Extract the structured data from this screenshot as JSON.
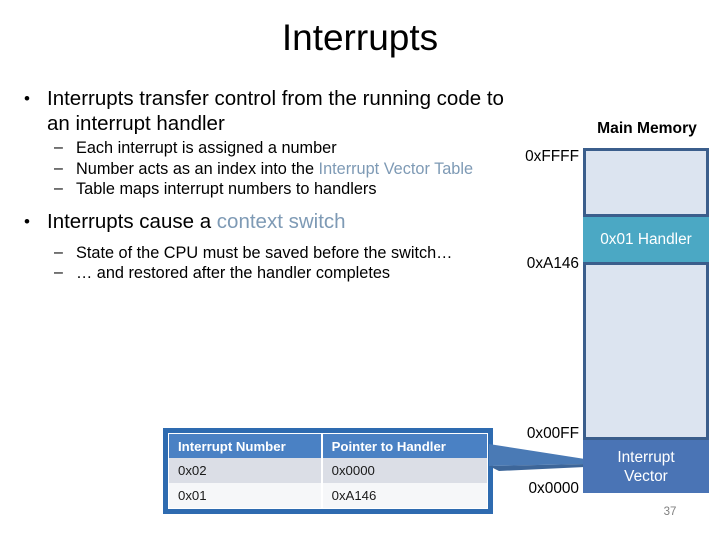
{
  "slide": {
    "title": "Interrupts",
    "number": "37"
  },
  "body": {
    "bullet1": {
      "marker": "•",
      "text": "Interrupts transfer control from the running code to an interrupt handler",
      "sub": [
        {
          "marker": "–",
          "text": "Each interrupt is assigned a number"
        },
        {
          "marker": "–",
          "text_before": "Number acts as an index into the ",
          "text_accent": "Interrupt Vector Table",
          "text_after": ""
        },
        {
          "marker": "–",
          "text": "Table maps interrupt numbers to handlers"
        }
      ]
    },
    "bullet2": {
      "marker": "•",
      "text_before": "Interrupts cause a ",
      "text_accent": "context switch",
      "sub": [
        {
          "marker": "–",
          "text": "State of the CPU must be saved before the switch…"
        },
        {
          "marker": "–",
          "text": "… and restored after the handler completes"
        }
      ]
    }
  },
  "ivt_table": {
    "headers": [
      "Interrupt Number",
      "Pointer to Handler"
    ],
    "rows": [
      [
        "0x02",
        "0x0000"
      ],
      [
        "0x01",
        "0xA146"
      ]
    ]
  },
  "memory": {
    "heading": "Main Memory",
    "blocks": [
      {
        "label": "0x01 Handler",
        "color": "#4ba8c4"
      },
      {
        "label": "Interrupt Vector",
        "label_line1": "Interrupt",
        "label_line2": "Vector",
        "color": "#4a74b5"
      }
    ],
    "addresses": {
      "top": "0xFFFF",
      "handler_base": "0xA146",
      "ivt_top": "0x00FF",
      "ivt_base": "0x0000"
    }
  },
  "colors": {
    "accent_text": "#7e9ab5",
    "table_frame": "#2e6bb0",
    "table_header": "#4a81c4",
    "memory_border": "#3b5e8c",
    "memory_fill": "#dce4f0",
    "handler_teal": "#4ba8c4",
    "ivt_blue": "#4a74b5",
    "arrow_blue": "#4a7ab5"
  }
}
